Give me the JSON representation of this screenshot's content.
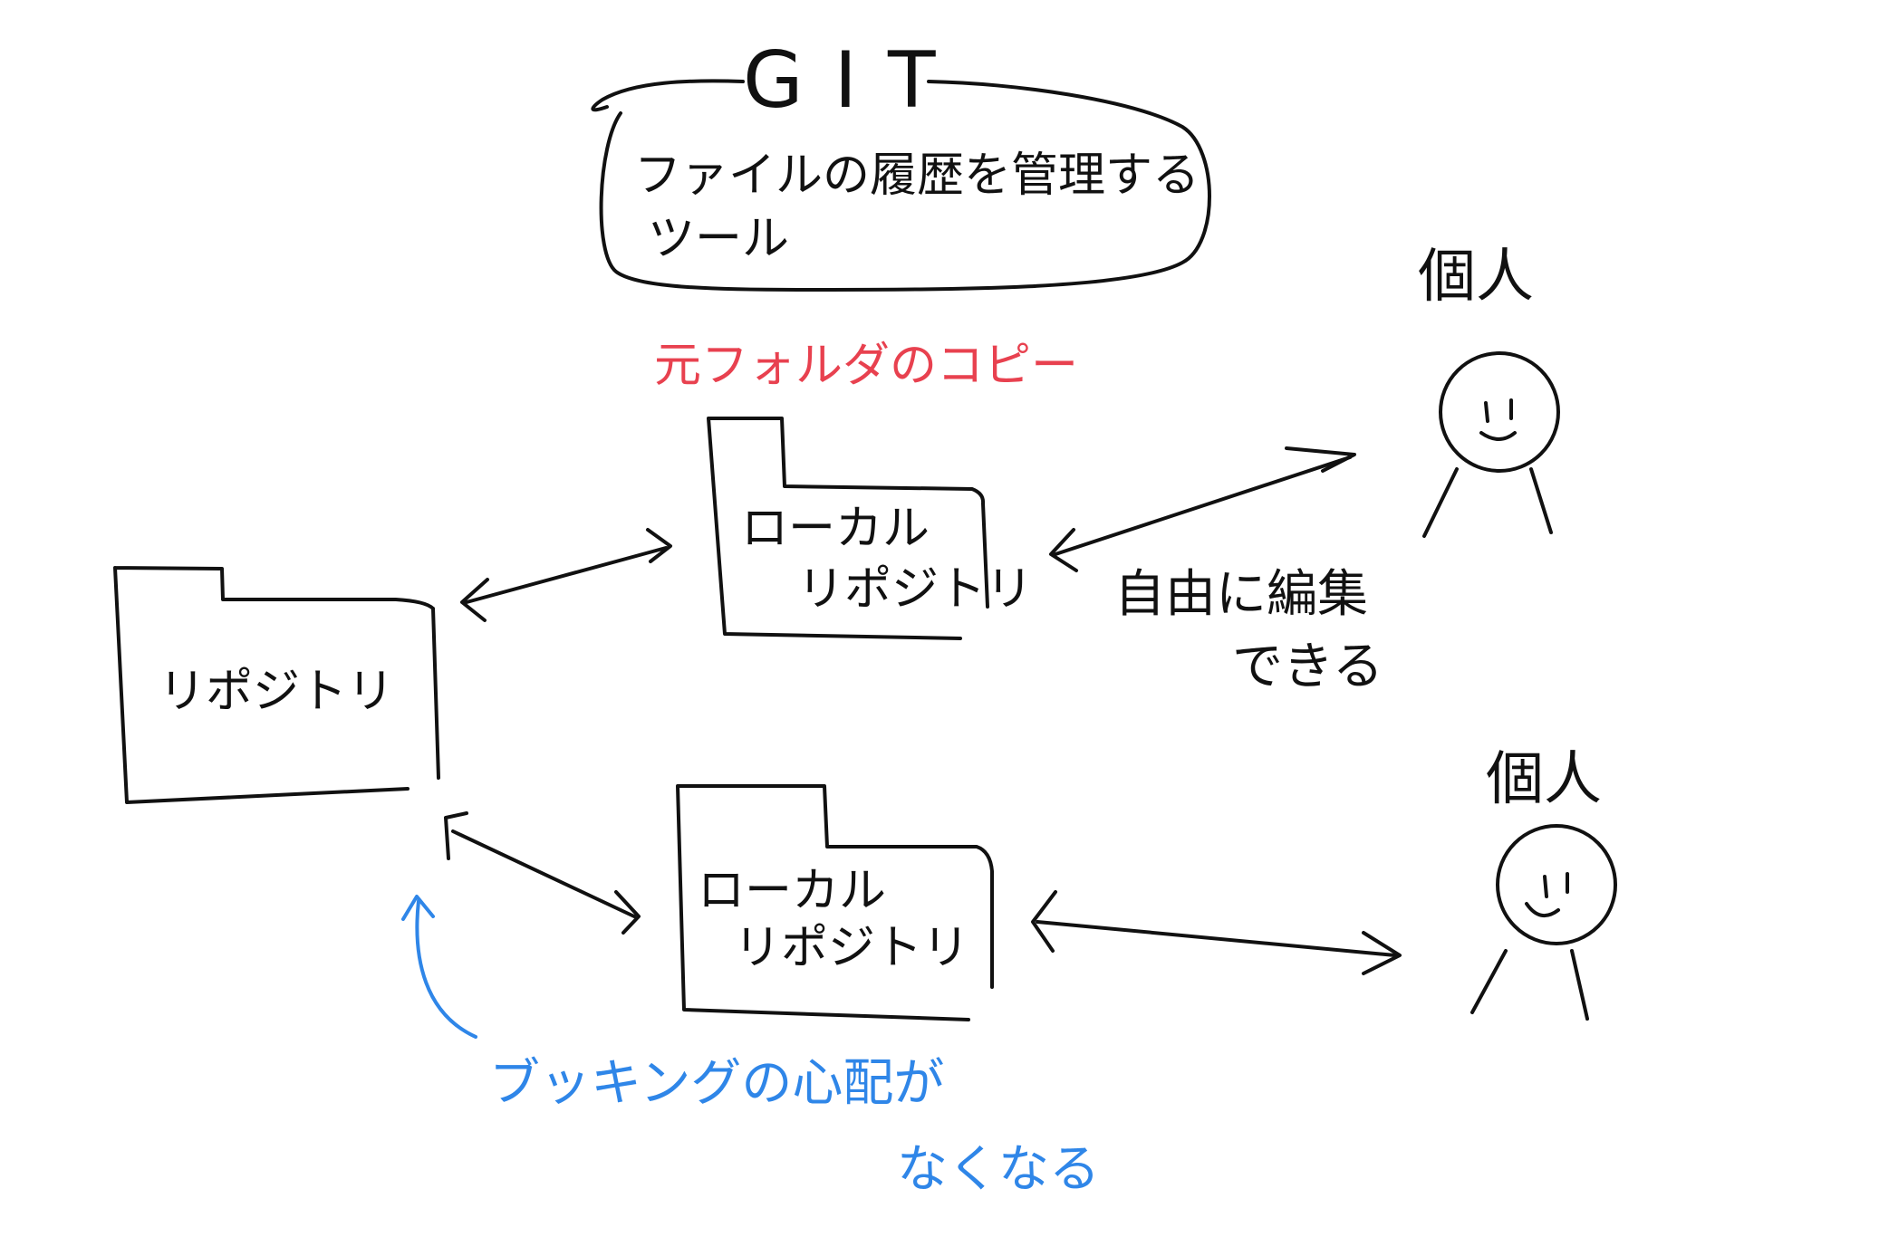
{
  "title_bubble": {
    "title": "GIT",
    "description_line1": "ファイルの履歴を管理する",
    "description_line2": "ツール"
  },
  "repository": {
    "label": "リポジトリ"
  },
  "local_repo_top": {
    "label_line1": "ローカル",
    "label_line2": "リポジトリ",
    "annotation": "元フォルダのコピー"
  },
  "local_repo_bottom": {
    "label_line1": "ローカル",
    "label_line2": "リポジトリ"
  },
  "person_top": {
    "label": "個人"
  },
  "person_bottom": {
    "label": "個人"
  },
  "edit_note": {
    "line1": "自由に編集",
    "line2": "できる"
  },
  "booking_note": {
    "line1": "ブッキングの心配が",
    "line2": "なくなる"
  },
  "colors": {
    "ink": "#111111",
    "annotation_red": "#e8414f",
    "annotation_blue": "#2f86e8"
  }
}
